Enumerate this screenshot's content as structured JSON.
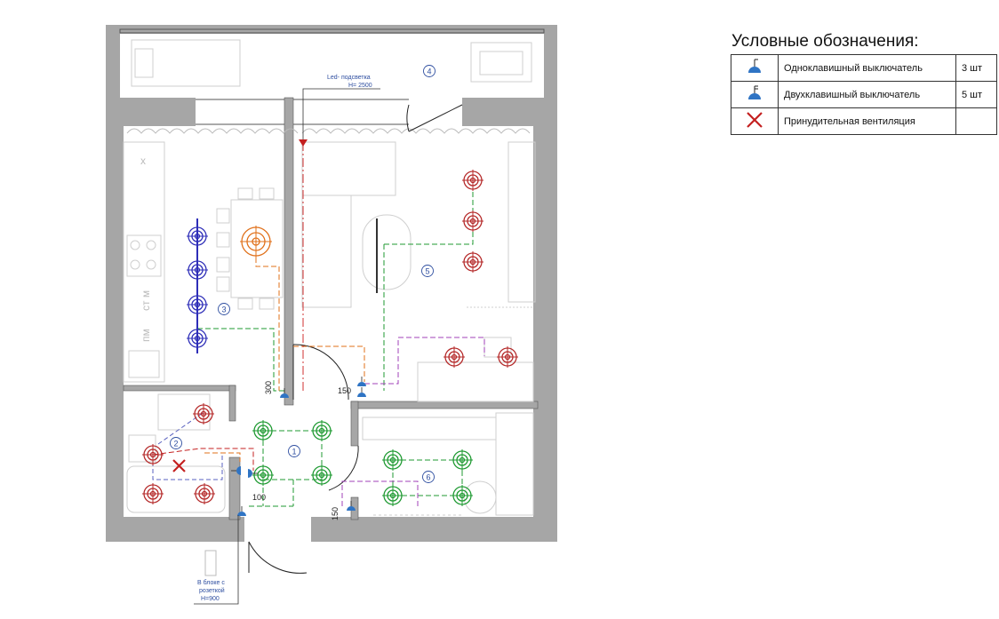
{
  "legend": {
    "title": "Условные обозначения:",
    "rows": [
      {
        "symbol": "single-switch-icon",
        "label": "Одноклавишный выключатель",
        "qty": "3 шт"
      },
      {
        "symbol": "double-switch-icon",
        "label": "Двухклавишный выключатель",
        "qty": "5 шт"
      },
      {
        "symbol": "vent-cross-icon",
        "label": "Принудительная вентиляция",
        "qty": ""
      }
    ]
  },
  "plan": {
    "room_numbers": [
      "1",
      "2",
      "3",
      "4",
      "5",
      "6"
    ],
    "led_note": {
      "line1": "Led- подсветка",
      "line2": "H= 2500"
    },
    "socket_note": {
      "line1": "В блоке с",
      "line2": "розеткой",
      "line3": "H=900"
    },
    "dims": {
      "d300": "300",
      "d150a": "150",
      "d100": "100",
      "d150b": "150"
    },
    "kitchen_labels": [
      "х",
      "ст м",
      "пм"
    ]
  },
  "colors": {
    "wall": "#a6a6a6",
    "furniture": "#c8c8c8",
    "kitchen_light": "#2e2eb8",
    "pendant": "#e0701a",
    "living_light": "#b52a2a",
    "hall_light": "#1f9a32",
    "bath_wire": "#5a62c0",
    "purple_wire": "#a040b8",
    "led_line": "#d03030",
    "switch": "#2f74c4",
    "vent": "#c42020"
  }
}
